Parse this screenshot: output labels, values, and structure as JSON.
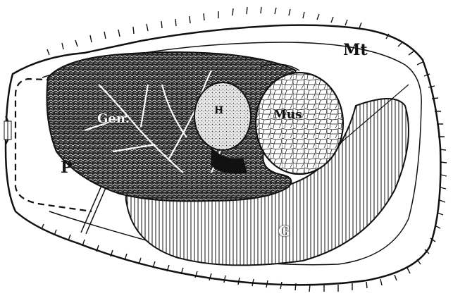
{
  "figure": {
    "labels": {
      "mt": "Mt",
      "mus": "Mus",
      "ht": "H",
      "gen": "Gen.",
      "p": "P",
      "g": "G"
    },
    "colors": {
      "ink": "#111111",
      "paper": "#ffffff"
    }
  }
}
